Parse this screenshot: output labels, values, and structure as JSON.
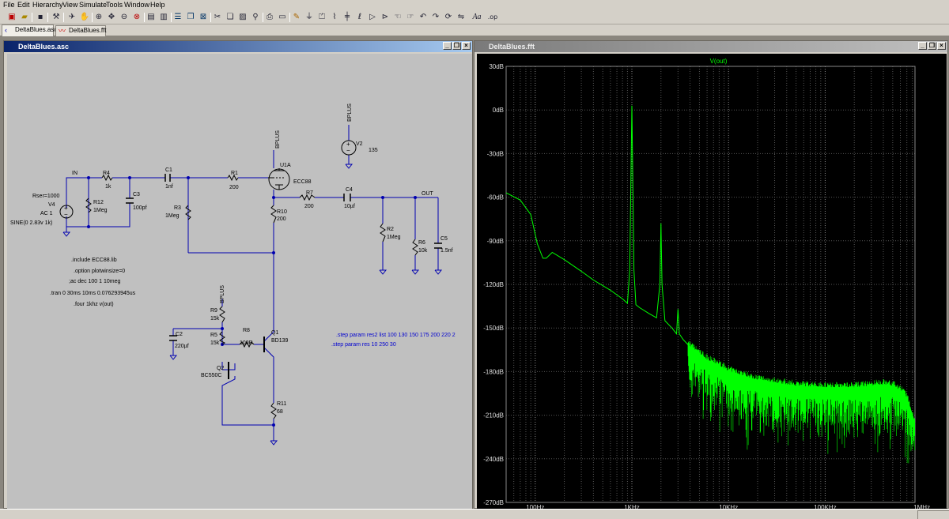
{
  "menus": [
    "File",
    "Edit",
    "Hierarchy",
    "View",
    "Simulate",
    "Tools",
    "Window",
    "Help"
  ],
  "toolbar_icons": [
    "new-schematic-icon",
    "open-icon",
    "save-icon",
    "control-panel-icon",
    "run-icon",
    "halt-icon",
    "zoom-in-icon",
    "pan-icon",
    "zoom-out-icon",
    "zoom-cancel-icon",
    "autorange-icon",
    "zoom-extents-icon",
    "tile-horizontal-icon",
    "cascade-icon",
    "close-window-icon",
    "cut-icon",
    "copy-icon",
    "paste-icon",
    "find-icon",
    "print-icon",
    "print-preview-icon",
    "wire-icon",
    "ground-icon",
    "label-net-icon",
    "resistor-icon",
    "capacitor-icon",
    "inductor-icon",
    "diode-icon",
    "component-icon",
    "move-icon",
    "drag-icon",
    "undo-icon",
    "redo-icon",
    "rotate-icon",
    "mirror-icon",
    "text-icon",
    "spice-directive-icon"
  ],
  "toolbar_glyphs": {
    "text": "Aa",
    "spice": ".op"
  },
  "tabs": [
    {
      "label": "DeltaBlues.asc",
      "icon": "schematic-icon"
    },
    {
      "label": "DeltaBlues.fft",
      "icon": "waveform-icon"
    }
  ],
  "schematic": {
    "title": "DeltaBlues.asc",
    "labels": {
      "in": "IN",
      "out": "OUT",
      "bplus": "BPLUS",
      "v4": "V4",
      "v4_rser": "Rser=1000",
      "v4_ac": "AC 1",
      "v4_sine": "SINE(0 2.83v 1k)",
      "r4": "R4",
      "r4_val": "1k",
      "c1": "C1",
      "c1_val": "1nf",
      "r1": "R1",
      "r1_val": "200",
      "r12": "R12",
      "r12_val": "1Meg",
      "c3": "C3",
      "c3_val": "100pf",
      "r3": "R3",
      "r3_val": "1Meg",
      "u1a": "U1A",
      "u1a_model": "ECC88",
      "v2": "V2",
      "v2_val": "135",
      "r7": "R7",
      "r7_val": "200",
      "c4": "C4",
      "c4_val": "10µf",
      "r10": "R10",
      "r10_val": "200",
      "r2": "R2",
      "r2_val": "1Meg",
      "r6": "R6",
      "r6_val": "10k",
      "c5": "C5",
      "c5_val": "1.5nf",
      "r9": "R9",
      "r9_val": "15k",
      "r5": "R5",
      "r5_val": "15k",
      "r8": "R8",
      "r8_val": "100R",
      "q1": "Q1",
      "q1_model": "BD139",
      "c2": "C2",
      "c2_val": "220µf",
      "q2": "Q2",
      "q2_model": "BC550C",
      "r11": "R11",
      "r11_val": "68"
    },
    "directives": [
      ".include ECC88.lib",
      ".option plotwinsize=0",
      ";ac dec 100 1 10meg",
      ".tran 0 30ms 10ms  0.076293945us",
      ".four 1khz v(out)"
    ],
    "step_directives": [
      ".step param res2 list 100 130 150 175 200 220 2",
      ".step param res 10 250 30"
    ]
  },
  "fft": {
    "title": "DeltaBlues.fft",
    "trace_label": "V(out)",
    "trace_color": "#00ff00",
    "y_ticks": [
      "30dB",
      "0dB",
      "-30dB",
      "-60dB",
      "-90dB",
      "-120dB",
      "-150dB",
      "-180dB",
      "-210dB",
      "-240dB",
      "-270dB"
    ],
    "x_ticks": [
      "100Hz",
      "1KHz",
      "10KHz",
      "100KHz",
      "1MHz"
    ],
    "chart_data": {
      "type": "line",
      "title": "V(out)",
      "xlabel": "",
      "ylabel": "",
      "x_scale": "log",
      "xlim": [
        50,
        850000
      ],
      "ylim": [
        -270,
        30
      ],
      "grid": true,
      "series": [
        {
          "name": "V(out)",
          "x": [
            50,
            70,
            90,
            105,
            120,
            130,
            150,
            200,
            300,
            400,
            600,
            800,
            900,
            950,
            1000,
            1050,
            1100,
            1200,
            1500,
            1800,
            1950,
            2000,
            2050,
            2200,
            2600,
            2900,
            3000,
            3100,
            3400,
            4000,
            6000,
            8000,
            10000,
            20000,
            50000,
            100000,
            200000,
            300000,
            400000,
            500000,
            600000,
            700000,
            800000,
            850000
          ],
          "y": [
            -57,
            -62,
            -72,
            -92,
            -102,
            -102,
            -98,
            -103,
            -111,
            -117,
            -124,
            -130,
            -133,
            -110,
            3,
            -110,
            -134,
            -136,
            -140,
            -143,
            -120,
            -78,
            -120,
            -145,
            -150,
            -154,
            -137,
            -154,
            -158,
            -163,
            -172,
            -176,
            -180,
            -186,
            -190,
            -191,
            -191,
            -190,
            -189,
            -190,
            -193,
            -198,
            -210,
            -216
          ]
        }
      ]
    }
  }
}
